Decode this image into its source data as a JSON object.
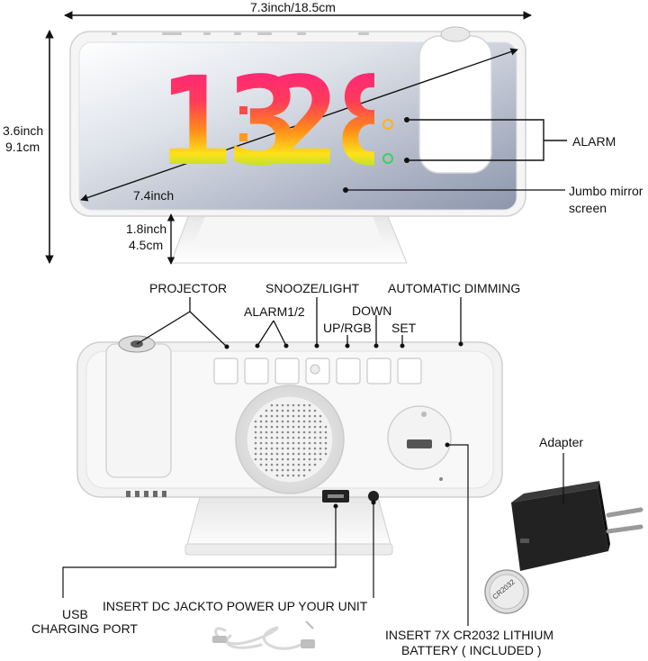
{
  "dimensions": {
    "width": "7.3inch/18.5cm",
    "height_in": "3.6inch",
    "height_cm": "9.1cm",
    "diagonal": "7.4inch",
    "depth_in": "1.8inch",
    "depth_cm": "4.5cm"
  },
  "clock": {
    "time_hours": "13",
    "time_minutes": "28",
    "digit_gradient": [
      "#ff1a8c",
      "#ff7a1a",
      "#ffe11a",
      "#3de05a"
    ]
  },
  "callouts": {
    "alarm": "ALARM",
    "mirror_line1": "Jumbo mirror",
    "mirror_line2": "screen",
    "projector": "PROJECTOR",
    "snooze_light": "SNOOZE/LIGHT",
    "automatic_dimming": "AUTOMATIC DIMMING",
    "alarm12": "ALARM1/2",
    "down": "DOWN",
    "up_rgb": "UP/RGB",
    "set": "SET",
    "adapter": "Adapter",
    "usb_line1": "USB",
    "usb_line2": "CHARGING PORT",
    "dc_jack": "INSERT DC JACKTO POWER UP YOUR UNIT",
    "battery_line1": "INSERT 7X CR2032 LITHIUM",
    "battery_line2": "BATTERY ( INCLUDED )"
  },
  "coin_cell_text": "CR2032",
  "colors": {
    "body": "#f4f4f4",
    "mirror": "#aeb6c8",
    "adapter": "#1a1a1a"
  }
}
